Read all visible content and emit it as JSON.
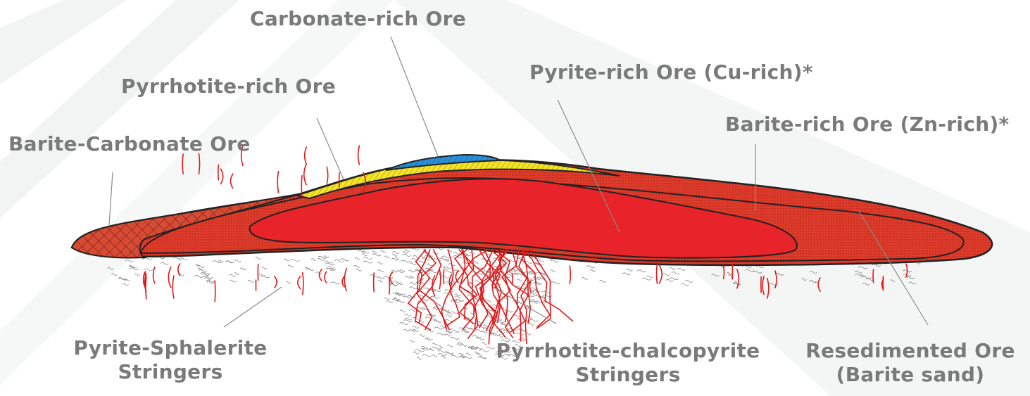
{
  "labels": {
    "carbonate_rich": "Carbonate-rich Ore",
    "pyrrhotite_rich": "Pyrrhotite-rich Ore",
    "pyrite_rich": "Pyrite-rich Ore (Cu-rich)*",
    "barite_rich": "Barite-rich Ore (Zn-rich)*",
    "barite_carbonate": "Barite-Carbonate Ore",
    "pyrite_sphalerite_l1": "Pyrite-Sphalerite",
    "pyrite_sphalerite_l2": "Stringers",
    "pyrrhotite_chalco_l1": "Pyrrhotite-chalcopyrite",
    "pyrrhotite_chalco_l2": "Stringers",
    "resedimented_l1": "Resedimented Ore",
    "resedimented_l2": "(Barite sand)"
  },
  "colors": {
    "label_text": "#7a7a7a",
    "leader_line": "#8a8a8a",
    "ore_red": "#e8232a",
    "dark_red": "#d63a2a",
    "carbonate_blue": "#2a8fd8",
    "pyrrhotite_yellow": "#f3e428",
    "stringer_red": "#e01a1a",
    "background_stripe": "#f2f4f4"
  }
}
